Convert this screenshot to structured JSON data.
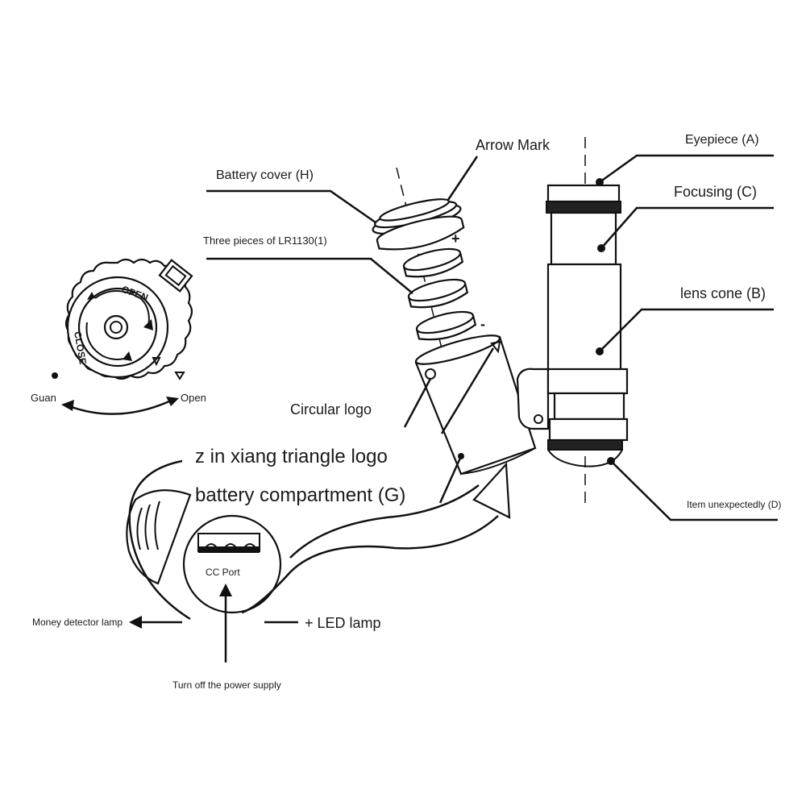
{
  "labels": {
    "arrow_mark": "Arrow Mark",
    "eyepiece": "Eyepiece (A)",
    "battery_cover": "Battery cover (H)",
    "focusing": "Focusing (C)",
    "three_pieces": "Three pieces of LR1130(1)",
    "lens_cone": "lens cone (B)",
    "circular_logo": "Circular logo",
    "guan": "Guan",
    "open": "Open",
    "triangle_logo": "z in xiang triangle logo",
    "battery_compartment": "battery compartment (G)",
    "item_unexpectedly": "Item unexpectedly (D)",
    "cc_port": "CC Port",
    "money_detector": "Money detector lamp",
    "led_lamp": "+ LED lamp",
    "power_off": "Turn off the power supply"
  },
  "dial": {
    "open_text": "OPEN",
    "close_text": "CLOSE"
  },
  "colors": {
    "line": "#111111",
    "background": "#ffffff"
  }
}
